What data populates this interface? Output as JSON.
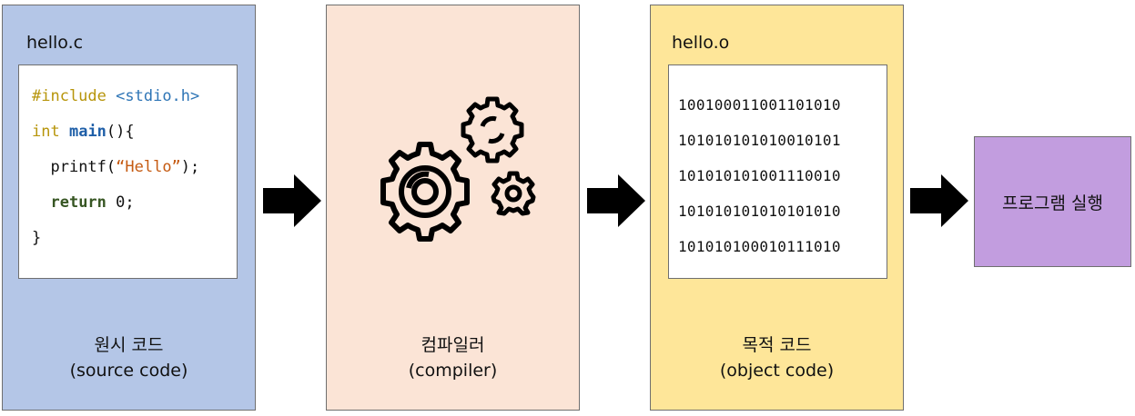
{
  "source": {
    "filename": "hello.c",
    "code": {
      "line1": {
        "directive": "#include",
        "header": "<stdio.h>"
      },
      "line2": {
        "type": "int",
        "name": "main",
        "rest": "(){"
      },
      "line3": {
        "call": "printf(",
        "string": "“Hello”",
        "end": ");"
      },
      "line4": {
        "keyword": "return",
        "rest": " 0;"
      },
      "line5": {
        "text": "}"
      }
    },
    "caption_ko": "원시 코드",
    "caption_en": "(source code)"
  },
  "compiler": {
    "icon": "gears-icon",
    "caption_ko": "컴파일러",
    "caption_en": "(compiler)"
  },
  "object": {
    "filename": "hello.o",
    "binary_lines": [
      "100100011001101010",
      "101010101010010101",
      "101010101001110010",
      "101010101010101010",
      "101010100010111010"
    ],
    "caption_ko": "목적 코드",
    "caption_en": "(object code)"
  },
  "run": {
    "label": "프로그램 실행"
  },
  "colors": {
    "source_bg": "#b4c6e7",
    "compiler_bg": "#fbe4d6",
    "object_bg": "#fee699",
    "run_bg": "#c29ddf",
    "arrow": "#000000"
  }
}
